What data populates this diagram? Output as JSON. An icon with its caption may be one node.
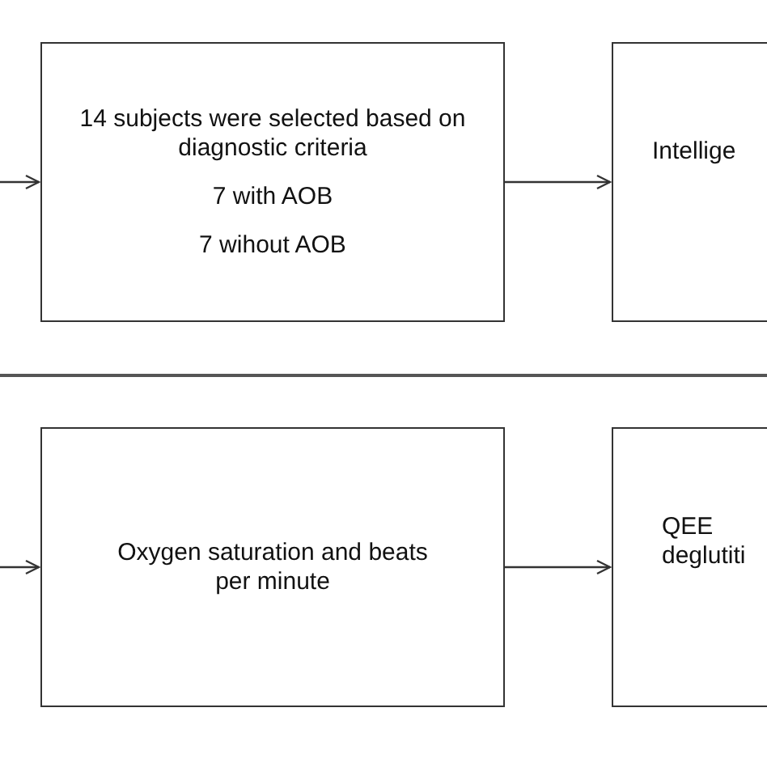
{
  "diagram": {
    "nodes": [
      {
        "text": [
          "14 subjects were selected based on diagnostic criteria",
          "7 with AOB",
          "7 wihout AOB"
        ]
      },
      {
        "text": [
          "Intellige"
        ]
      },
      {
        "text": [
          "Oxygen saturation and beats per minute"
        ]
      },
      {
        "text": [
          "QEE deglutiti"
        ]
      }
    ],
    "edges": [
      {
        "from": null,
        "to": 0,
        "arrow": "to"
      },
      {
        "from": 0,
        "to": 1,
        "arrow": "to"
      },
      {
        "from": null,
        "to": 2,
        "arrow": "to"
      },
      {
        "from": 2,
        "to": 3,
        "arrow": "to"
      }
    ]
  }
}
